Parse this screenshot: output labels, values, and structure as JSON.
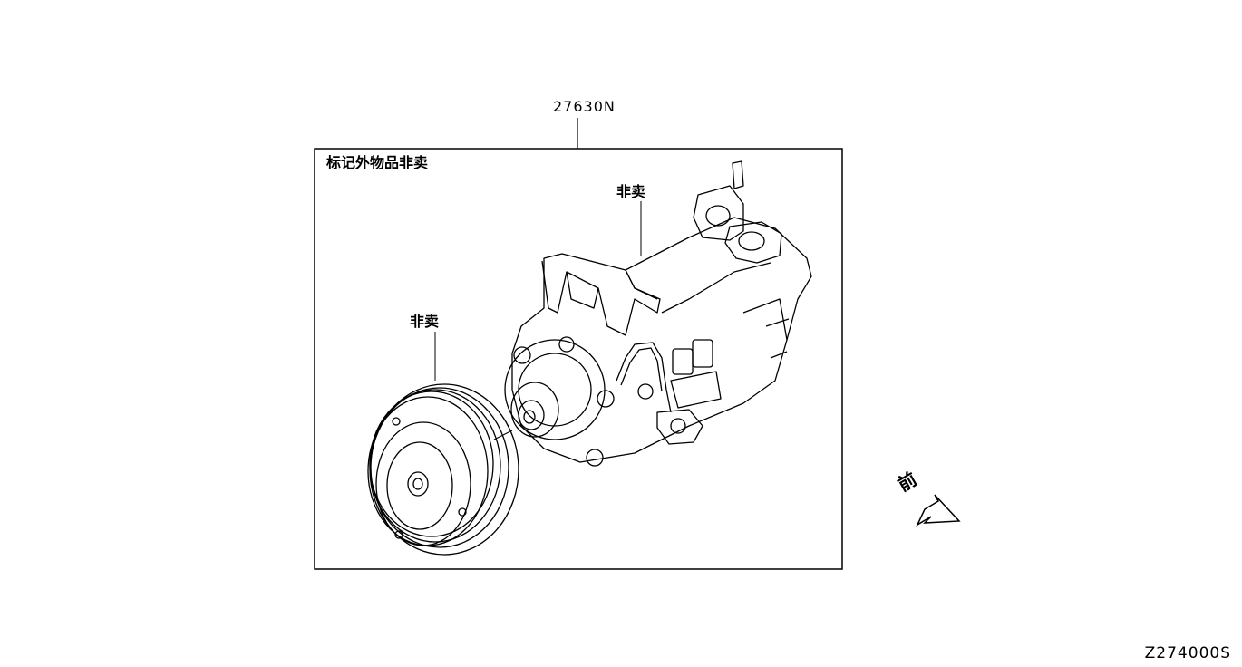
{
  "diagram": {
    "part_number": "27630N",
    "box_note": "标记外物品非卖",
    "not_sold_label_compressor": "非卖",
    "not_sold_label_pulley": "非卖",
    "front_label": "前",
    "diagram_code": "Z274000S"
  }
}
